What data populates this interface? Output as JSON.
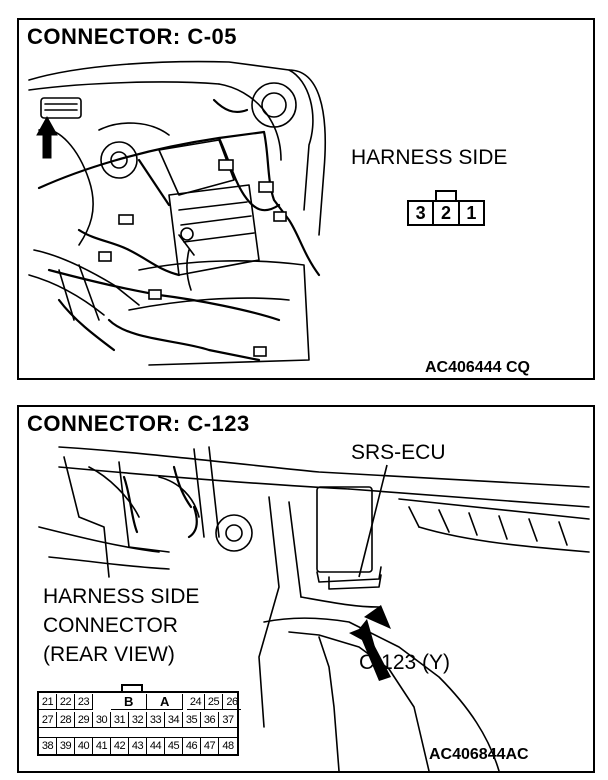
{
  "panel_top": {
    "title": "CONNECTOR: C-05",
    "label": "HARNESS SIDE",
    "pins": [
      "3",
      "2",
      "1"
    ],
    "code": "AC406444 CQ"
  },
  "panel_bottom": {
    "title": "CONNECTOR: C-123",
    "unit_label": "SRS-ECU",
    "connector_label": "C-123 (Y)",
    "harness_lines": [
      "HARNESS SIDE",
      "CONNECTOR",
      "(REAR VIEW)"
    ],
    "row1_left": [
      "21",
      "22",
      "23"
    ],
    "row1_blocks": [
      "B",
      "A"
    ],
    "row1_right": [
      "24",
      "25",
      "26"
    ],
    "row2": [
      "27",
      "28",
      "29",
      "30",
      "31",
      "32",
      "33",
      "34",
      "35",
      "36",
      "37"
    ],
    "row3": [
      "38",
      "39",
      "40",
      "41",
      "42",
      "43",
      "44",
      "45",
      "46",
      "47",
      "48"
    ],
    "code": "AC406844AC"
  }
}
